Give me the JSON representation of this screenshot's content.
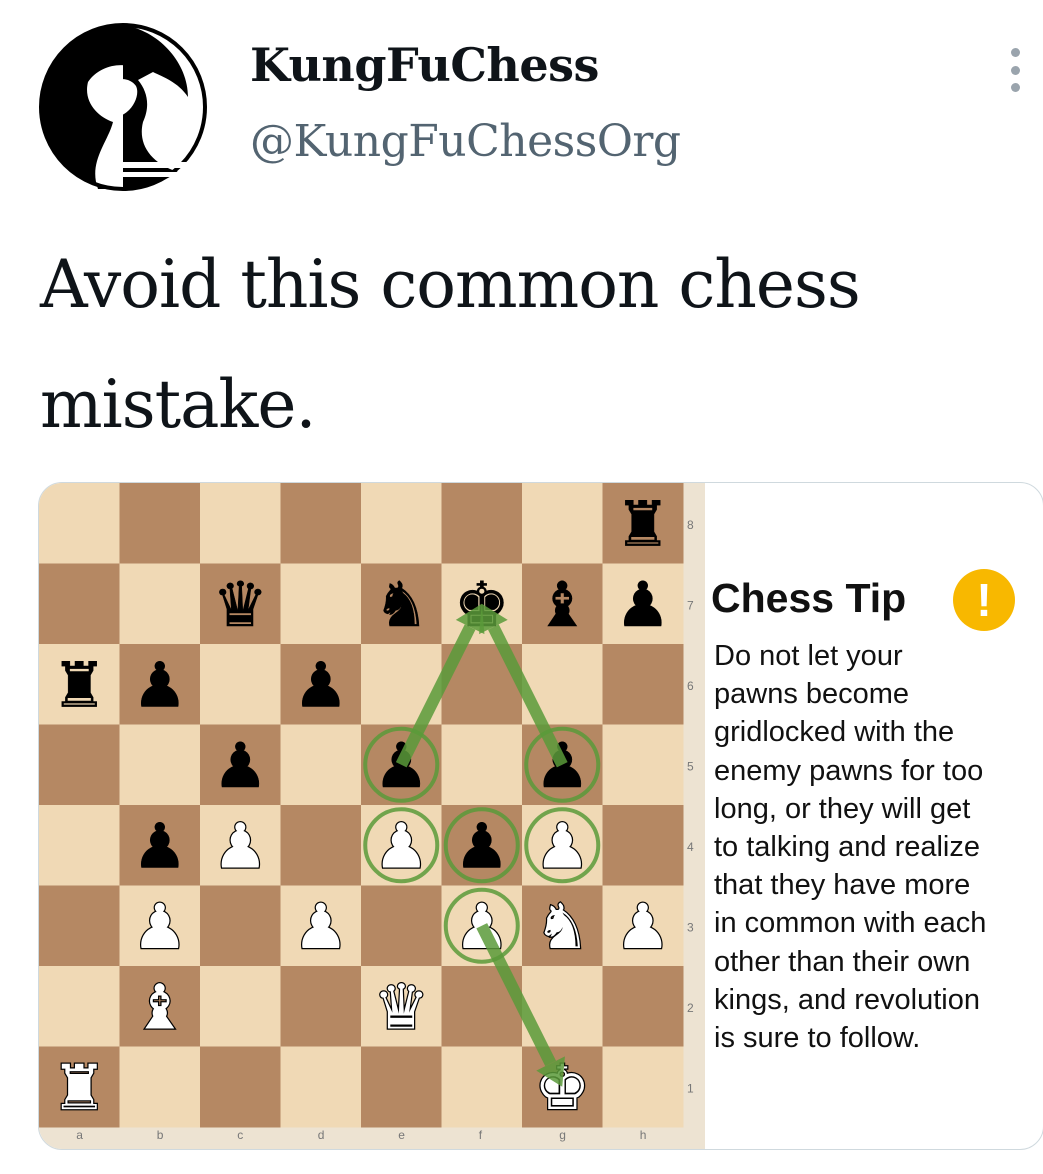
{
  "author": {
    "display_name": "KungFuChess",
    "handle": "@KungFuChessOrg",
    "avatar_icon": "knight-logo-icon"
  },
  "tweet": {
    "text": "Avoid this common chess mistake."
  },
  "menu_icon": "more-options-icon",
  "image": {
    "tip_title": "Chess Tip",
    "tip_alert_symbol": "!",
    "tip_lines": [
      "Do not let your",
      "pawns become",
      "gridlocked with the",
      "enemy pawns for too",
      "long, or they will get",
      "to talking and realize",
      "that they have more",
      "in common with each",
      "other than their own",
      "kings, and revolution",
      "is sure to follow."
    ],
    "files": [
      "a",
      "b",
      "c",
      "d",
      "e",
      "f",
      "g",
      "h"
    ],
    "ranks": [
      "8",
      "7",
      "6",
      "5",
      "4",
      "3",
      "2",
      "1"
    ],
    "pieces": [
      {
        "square": "h8",
        "piece": "rook",
        "color": "black"
      },
      {
        "square": "c7",
        "piece": "queen",
        "color": "black"
      },
      {
        "square": "e7",
        "piece": "knight",
        "color": "black"
      },
      {
        "square": "f7",
        "piece": "king",
        "color": "black"
      },
      {
        "square": "g7",
        "piece": "bishop",
        "color": "black"
      },
      {
        "square": "h7",
        "piece": "pawn",
        "color": "black"
      },
      {
        "square": "a6",
        "piece": "rook",
        "color": "black"
      },
      {
        "square": "b6",
        "piece": "pawn",
        "color": "black"
      },
      {
        "square": "d6",
        "piece": "pawn",
        "color": "black"
      },
      {
        "square": "c5",
        "piece": "pawn",
        "color": "black"
      },
      {
        "square": "e5",
        "piece": "pawn",
        "color": "black"
      },
      {
        "square": "g5",
        "piece": "pawn",
        "color": "black"
      },
      {
        "square": "b4",
        "piece": "pawn",
        "color": "black"
      },
      {
        "square": "c4",
        "piece": "pawn",
        "color": "white"
      },
      {
        "square": "e4",
        "piece": "pawn",
        "color": "white"
      },
      {
        "square": "f4",
        "piece": "pawn",
        "color": "black"
      },
      {
        "square": "g4",
        "piece": "pawn",
        "color": "white"
      },
      {
        "square": "b3",
        "piece": "pawn",
        "color": "white"
      },
      {
        "square": "d3",
        "piece": "pawn",
        "color": "white"
      },
      {
        "square": "f3",
        "piece": "pawn",
        "color": "white"
      },
      {
        "square": "g3",
        "piece": "knight",
        "color": "white"
      },
      {
        "square": "h3",
        "piece": "pawn",
        "color": "white"
      },
      {
        "square": "b2",
        "piece": "bishop",
        "color": "white"
      },
      {
        "square": "e2",
        "piece": "queen",
        "color": "white"
      },
      {
        "square": "a1",
        "piece": "rook",
        "color": "white"
      },
      {
        "square": "g1",
        "piece": "king",
        "color": "white"
      }
    ],
    "highlighted_squares": [
      "e5",
      "g5",
      "e4",
      "f4",
      "g4",
      "f3"
    ],
    "arrows": [
      {
        "from": "e5",
        "to": "f7"
      },
      {
        "from": "g5",
        "to": "f7"
      },
      {
        "from": "f3",
        "to": "g1"
      }
    ],
    "colors": {
      "light_square": "#f0d9b5",
      "dark_square": "#b58863",
      "arrow": "#5a9a3a",
      "alert": "#f8b800"
    }
  }
}
